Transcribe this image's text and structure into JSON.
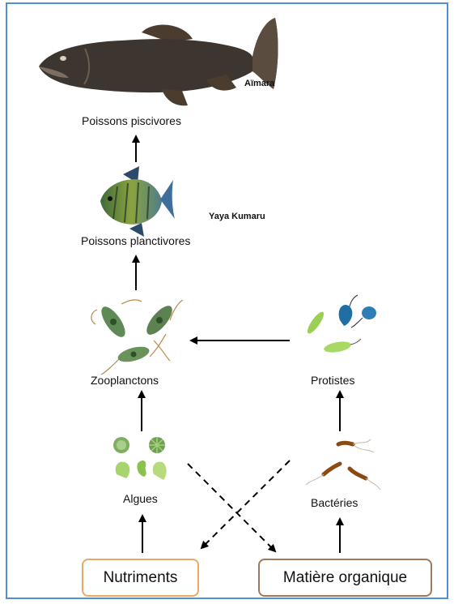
{
  "labels": {
    "poissons_piscivores": "Poissons piscivores",
    "aimara": "Aïmara",
    "poissons_planctivores": "Poissons planctivores",
    "yaya_kumaru": "Yaya Kumaru",
    "zooplanctons": "Zooplanctons",
    "protistes": "Protistes",
    "algues": "Algues",
    "bacteries": "Bactéries",
    "nutriments": "Nutriments",
    "matiere_organique": "Matière organique"
  },
  "colors": {
    "frame_border": "#4f8fd6",
    "nutriments_border": "#e9a867",
    "matiere_border": "#a0785a",
    "arrow": "#000000"
  },
  "icons": {
    "aimara": "aimara-fish-image",
    "yaya_kumaru": "yaya-kumaru-fish-image",
    "zooplanctons": "zooplankton-image",
    "protistes": "protists-image",
    "algues": "algae-image",
    "bacteries": "bacteria-image"
  }
}
